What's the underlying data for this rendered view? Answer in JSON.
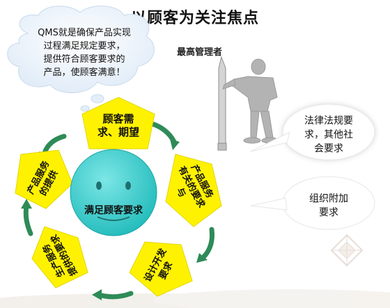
{
  "title": "以顾客为关注焦点",
  "cloud_note": [
    "QMS就是确保产品实现",
    "过程满足规定要求，",
    "提供符合顾客要求的",
    "产品，使顾客满意！"
  ],
  "top_management": "最高管理者",
  "center_label": "满足顾客要求",
  "pentagons": {
    "top": [
      "顾客需",
      "求、期望"
    ],
    "right_upper": [
      "产品服务",
      "有关的要求",
      "与"
    ],
    "right_lower": [
      "设计开发",
      "要求"
    ],
    "left_lower": [
      "生产服务",
      "提供的要求"
    ],
    "left_upper": [
      "产品服务",
      "的提供"
    ]
  },
  "bubble_law": [
    "法律法规要",
    "求，其他社",
    "会要求"
  ],
  "bubble_org": [
    "组织附加",
    "要求"
  ],
  "colors": {
    "pentagon": "#FFF200",
    "circle": "#33CCCC",
    "arrow": "#2E8B57",
    "cloud": "#EAF3FB"
  }
}
